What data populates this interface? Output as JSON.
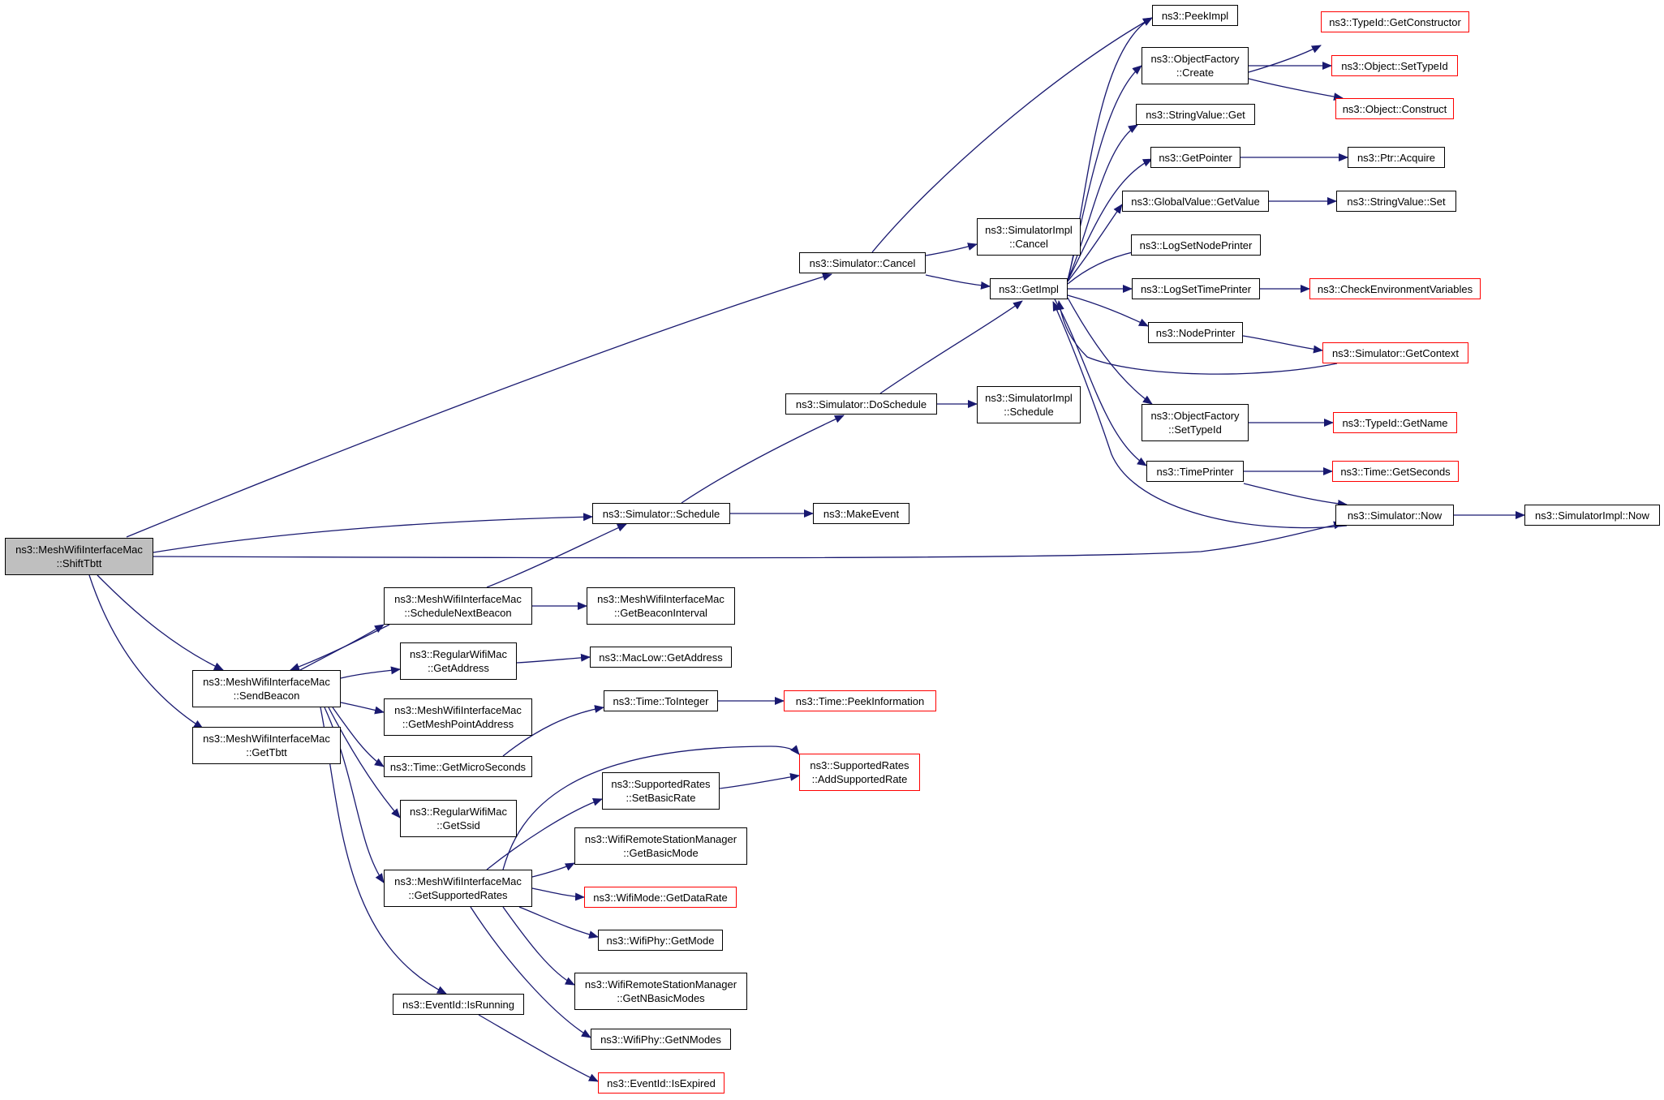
{
  "graph": {
    "root": {
      "line1": "ns3::MeshWifiInterfaceMac",
      "line2": "::ShiftTbtt"
    },
    "nodes": {
      "peekimpl": {
        "line1": "ns3::PeekImpl"
      },
      "typeid_getconstructor": {
        "line1": "ns3::TypeId::GetConstructor"
      },
      "objectfactory_create": {
        "line1": "ns3::ObjectFactory",
        "line2": "::Create"
      },
      "object_settypeid": {
        "line1": "ns3::Object::SetTypeId"
      },
      "object_construct": {
        "line1": "ns3::Object::Construct"
      },
      "stringvalue_get": {
        "line1": "ns3::StringValue::Get"
      },
      "getpointer": {
        "line1": "ns3::GetPointer"
      },
      "ptr_acquire": {
        "line1": "ns3::Ptr::Acquire"
      },
      "globalvalue_getvalue": {
        "line1": "ns3::GlobalValue::GetValue"
      },
      "stringvalue_set": {
        "line1": "ns3::StringValue::Set"
      },
      "simulatorimpl_cancel": {
        "line1": "ns3::SimulatorImpl",
        "line2": "::Cancel"
      },
      "simulator_cancel": {
        "line1": "ns3::Simulator::Cancel"
      },
      "logsetnodeprinter": {
        "line1": "ns3::LogSetNodePrinter"
      },
      "getimpl": {
        "line1": "ns3::GetImpl"
      },
      "logsettimeprinter": {
        "line1": "ns3::LogSetTimePrinter"
      },
      "checkenvironmentvariables": {
        "line1": "ns3::CheckEnvironmentVariables"
      },
      "nodeprinter": {
        "line1": "ns3::NodePrinter"
      },
      "simulator_getcontext": {
        "line1": "ns3::Simulator::GetContext"
      },
      "simulator_doschedule": {
        "line1": "ns3::Simulator::DoSchedule"
      },
      "simulatorimpl_schedule": {
        "line1": "ns3::SimulatorImpl",
        "line2": "::Schedule"
      },
      "objectfactory_settypeid": {
        "line1": "ns3::ObjectFactory",
        "line2": "::SetTypeId"
      },
      "typeid_getname": {
        "line1": "ns3::TypeId::GetName"
      },
      "timeprinter": {
        "line1": "ns3::TimePrinter"
      },
      "time_getseconds": {
        "line1": "ns3::Time::GetSeconds"
      },
      "simulator_schedule": {
        "line1": "ns3::Simulator::Schedule"
      },
      "makeevent": {
        "line1": "ns3::MakeEvent"
      },
      "simulator_now": {
        "line1": "ns3::Simulator::Now"
      },
      "simulatorimpl_now": {
        "line1": "ns3::SimulatorImpl::Now"
      },
      "schedulenextbeacon": {
        "line1": "ns3::MeshWifiInterfaceMac",
        "line2": "::ScheduleNextBeacon"
      },
      "getbeaconinterval": {
        "line1": "ns3::MeshWifiInterfaceMac",
        "line2": "::GetBeaconInterval"
      },
      "regularwifimac_getaddress": {
        "line1": "ns3::RegularWifiMac",
        "line2": "::GetAddress"
      },
      "maclow_getaddress": {
        "line1": "ns3::MacLow::GetAddress"
      },
      "sendbeacon": {
        "line1": "ns3::MeshWifiInterfaceMac",
        "line2": "::SendBeacon"
      },
      "getmeshpointaddress": {
        "line1": "ns3::MeshWifiInterfaceMac",
        "line2": "::GetMeshPointAddress"
      },
      "time_tointeger": {
        "line1": "ns3::Time::ToInteger"
      },
      "time_peekinformation": {
        "line1": "ns3::Time::PeekInformation"
      },
      "gettbtt": {
        "line1": "ns3::MeshWifiInterfaceMac",
        "line2": "::GetTbtt"
      },
      "time_getmicroseconds": {
        "line1": "ns3::Time::GetMicroSeconds"
      },
      "supportedrates_addsupportedrate": {
        "line1": "ns3::SupportedRates",
        "line2": "::AddSupportedRate"
      },
      "supportedrates_setbasicrate": {
        "line1": "ns3::SupportedRates",
        "line2": "::SetBasicRate"
      },
      "regularwifimac_getssid": {
        "line1": "ns3::RegularWifiMac",
        "line2": "::GetSsid"
      },
      "wrsm_getbasicmode": {
        "line1": "ns3::WifiRemoteStationManager",
        "line2": "::GetBasicMode"
      },
      "getsupportedrates": {
        "line1": "ns3::MeshWifiInterfaceMac",
        "line2": "::GetSupportedRates"
      },
      "wifimode_getdatarate": {
        "line1": "ns3::WifiMode::GetDataRate"
      },
      "wifiphy_getmode": {
        "line1": "ns3::WifiPhy::GetMode"
      },
      "wrsm_getnbasicmodes": {
        "line1": "ns3::WifiRemoteStationManager",
        "line2": "::GetNBasicModes"
      },
      "eventid_isrunning": {
        "line1": "ns3::EventId::IsRunning"
      },
      "wifiphy_getnmodes": {
        "line1": "ns3::WifiPhy::GetNModes"
      },
      "eventid_isexpired": {
        "line1": "ns3::EventId::IsExpired"
      }
    }
  },
  "colors": {
    "edge": "#191970",
    "truncated_border": "#ff0000",
    "root_fill": "#bfbfbf",
    "node_border": "#000000"
  }
}
